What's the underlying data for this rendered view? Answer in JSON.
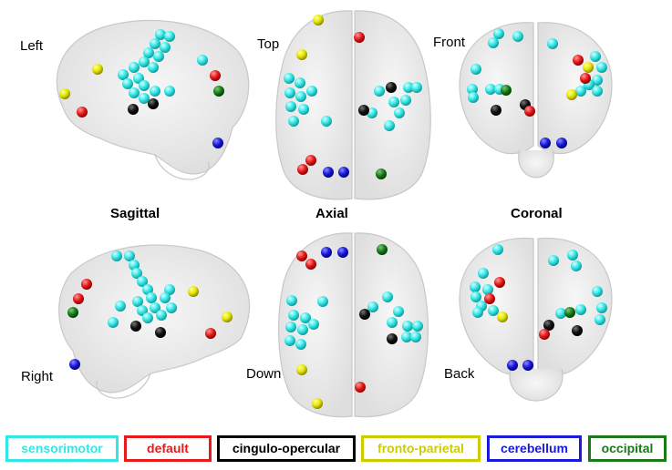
{
  "views": [
    {
      "label": "Left"
    },
    {
      "label": "Top"
    },
    {
      "label": "Front"
    },
    {
      "label": "Right"
    },
    {
      "label": "Down"
    },
    {
      "label": "Back"
    }
  ],
  "headers": {
    "sagittal": "Sagittal",
    "axial": "Axial",
    "coronal": "Coronal"
  },
  "legend": [
    {
      "label": "sensorimotor",
      "color": "#33e6e6"
    },
    {
      "label": "default",
      "color": "#e61a1a"
    },
    {
      "label": "cingulo-opercular",
      "color": "#000000"
    },
    {
      "label": "fronto-parietal",
      "color": "#cccc00"
    },
    {
      "label": "cerebellum",
      "color": "#1a1ad9"
    },
    {
      "label": "occipital",
      "color": "#1a7a1a"
    }
  ]
}
